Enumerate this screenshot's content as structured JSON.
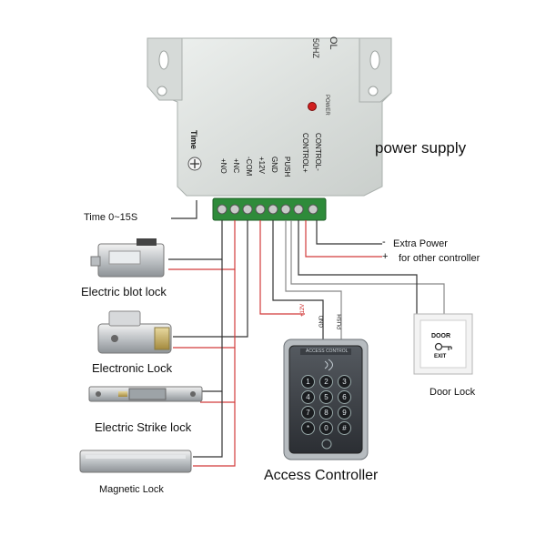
{
  "power_supply": {
    "label": "power supply",
    "header_partial": "OL",
    "hz_partial": "50HZ",
    "power_led_label": "POWER",
    "time_knob_label": "Time",
    "terminals": [
      "+NO",
      "+NC",
      "-COM",
      "+12V",
      "GND",
      "PUSH",
      "CONTROL+",
      "CONTROL-"
    ],
    "time_range": "Time   0~15S"
  },
  "extra_power": {
    "minus_sign": "-",
    "plus_sign": "+",
    "line1": "Extra Power",
    "line2": "for other controller"
  },
  "locks": [
    {
      "label": "Electric blot lock"
    },
    {
      "label": "Electronic Lock"
    },
    {
      "label": "Electric Strike lock"
    },
    {
      "label": "Magnetic Lock"
    }
  ],
  "access_controller": {
    "label": "Access Controller",
    "header_text": "ACCESS CONTROL",
    "wire_labels": [
      "+12V",
      "GND",
      "PUSH"
    ],
    "keys": [
      "1",
      "2",
      "3",
      "4",
      "5",
      "6",
      "7",
      "8",
      "9",
      "*",
      "0",
      "#"
    ]
  },
  "door_exit": {
    "label": "Door Lock",
    "button_line1": "DOOR",
    "button_line2": "EXIT"
  },
  "colors": {
    "psu_body": "#dfe3e1",
    "terminal_block": "#2e8b3a",
    "wire_red": "#d23b3b",
    "wire_black": "#333333",
    "wire_gray": "#888888",
    "led": "#d11f1f"
  }
}
